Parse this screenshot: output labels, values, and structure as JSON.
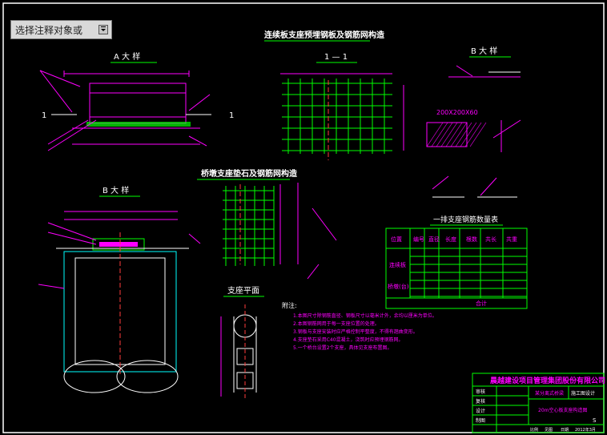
{
  "prompt": {
    "label": "选择注释对象或"
  },
  "colors": {
    "background": "#000000",
    "line_white": "#ffffff",
    "line_magenta": "#ff00ff",
    "line_green": "#00ff00",
    "line_cyan": "#00ffff",
    "line_red": "#ff3b3b",
    "line_yellow": "#ffff00"
  },
  "drawing": {
    "title_top": "连续板支座预埋钢板及钢筋网构造",
    "detail_a": "A 大 样",
    "section_11": "1 — 1",
    "detail_b_top": "B 大 样",
    "detail_b_left": "B 大 样",
    "pier_title": "桥墩支座垫石及钢筋网构造",
    "bearing_plan": "支座平面",
    "table_title": "一排支座钢筋数量表",
    "table_headers": [
      "位置",
      "编号",
      "直径",
      "长度",
      "根数",
      "共长",
      "共重"
    ],
    "table_rows": [
      "连续板",
      "桥墩(台)"
    ],
    "table_total": "合计",
    "dim_box": "200X200X60",
    "marker_1": "1",
    "notes_label": "附注:",
    "notes": [
      "1.本图尺寸除钢筋直径、钢板尺寸以毫米计外，余均以厘米为单位。",
      "2.本图钢筋网用于每一支座位置的处理。",
      "3.钢板与支座安装时应严格控制平整度，不得有翘曲变形。",
      "4.支座垫石采用C40混凝土，浇筑时应预埋钢筋网。",
      "5.一个桥台设置2个支座，具体见支座布置图。"
    ],
    "title_block": {
      "company": "晨越建设项目管理集团股份有限公司",
      "project": "某分离式桥梁",
      "drawing_name": "20m空心板支座构造图",
      "stage": "施工图设计",
      "roles": [
        "审核",
        "复核",
        "设计",
        "制图"
      ],
      "footer": [
        "比例",
        "见图",
        "日期",
        "2012年3月"
      ],
      "number": "S"
    }
  }
}
